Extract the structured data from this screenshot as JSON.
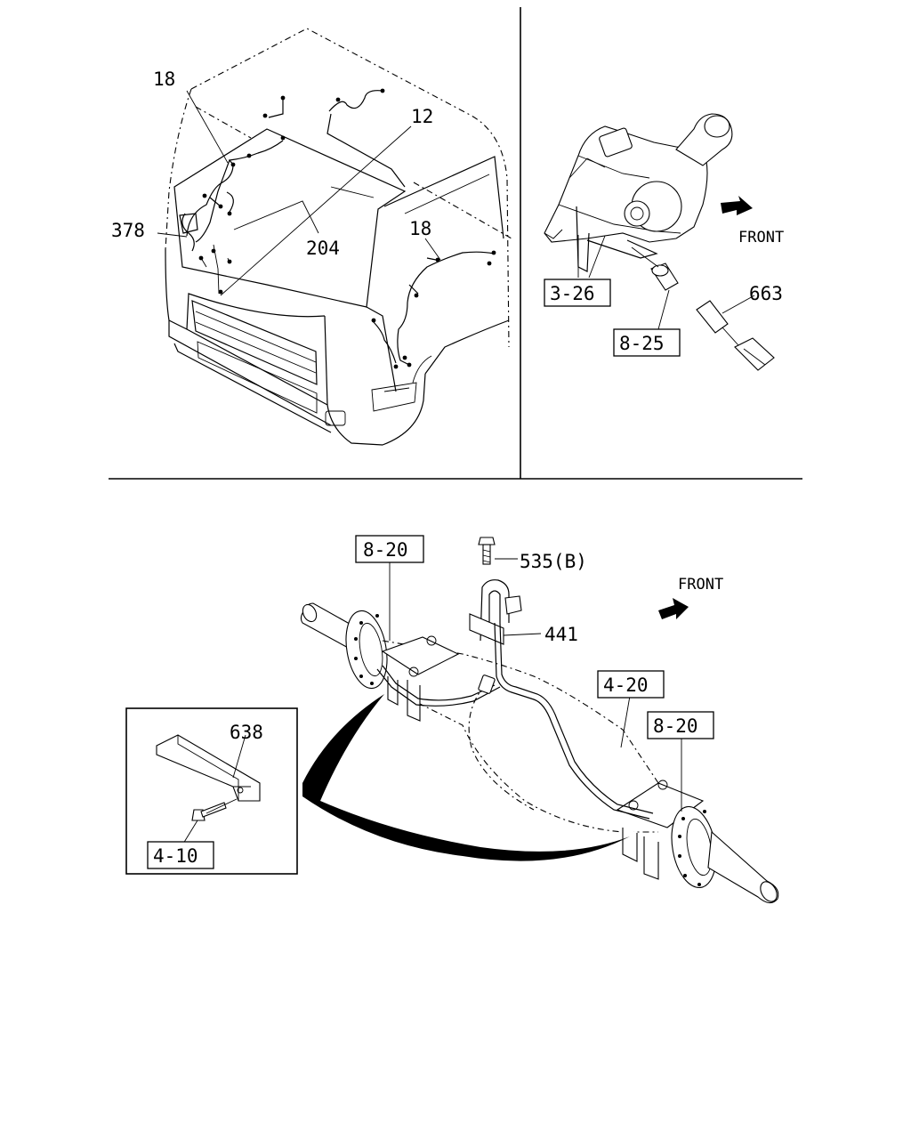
{
  "panels": {
    "cab": {
      "callouts": {
        "c18_left": "18",
        "c12": "12",
        "c378": "378",
        "c204": "204",
        "c18_right": "18"
      }
    },
    "sensor": {
      "front_label": "FRONT",
      "callouts": {
        "c663": "663"
      },
      "boxed_refs": {
        "r3_26": "3-26",
        "r8_25": "8-25"
      }
    },
    "axle": {
      "front_label": "FRONT",
      "callouts": {
        "c535b": "535(B)",
        "c441": "441",
        "c638": "638"
      },
      "boxed_refs": {
        "r8_20_top": "8-20",
        "r4_20": "4-20",
        "r8_20_right": "8-20",
        "r4_10": "4-10"
      }
    }
  }
}
